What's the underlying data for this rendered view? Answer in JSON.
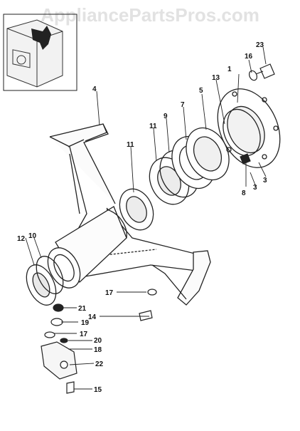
{
  "watermark": "AppliancePartsPros.com",
  "callouts": [
    {
      "id": "c1",
      "label": "1"
    },
    {
      "id": "c3a",
      "label": "3"
    },
    {
      "id": "c3b",
      "label": "3"
    },
    {
      "id": "c4",
      "label": "4"
    },
    {
      "id": "c5",
      "label": "5"
    },
    {
      "id": "c7",
      "label": "7"
    },
    {
      "id": "c8",
      "label": "8"
    },
    {
      "id": "c9",
      "label": "9"
    },
    {
      "id": "c10",
      "label": "10"
    },
    {
      "id": "c11a",
      "label": "11"
    },
    {
      "id": "c11b",
      "label": "11"
    },
    {
      "id": "c12",
      "label": "12"
    },
    {
      "id": "c13",
      "label": "13"
    },
    {
      "id": "c14",
      "label": "14"
    },
    {
      "id": "c15",
      "label": "15"
    },
    {
      "id": "c16",
      "label": "16"
    },
    {
      "id": "c17a",
      "label": "17"
    },
    {
      "id": "c17b",
      "label": "17"
    },
    {
      "id": "c18",
      "label": "18"
    },
    {
      "id": "c19",
      "label": "19"
    },
    {
      "id": "c20",
      "label": "20"
    },
    {
      "id": "c21",
      "label": "21"
    },
    {
      "id": "c22",
      "label": "22"
    },
    {
      "id": "c23",
      "label": "23"
    }
  ]
}
